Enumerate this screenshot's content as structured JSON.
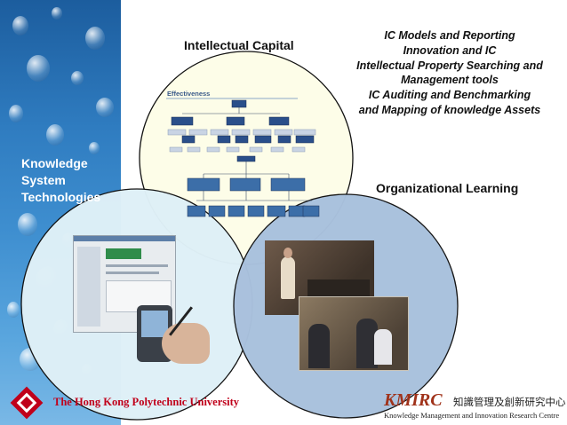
{
  "labels": {
    "intellectual_capital": "Intellectual Capital",
    "organizational_learning": "Organizational Learning",
    "knowledge_system_technologies": [
      "Knowledge",
      "System",
      "Technologies"
    ]
  },
  "ic_topics": [
    "IC Models and Reporting",
    "Innovation and IC",
    "Intellectual Property Searching and",
    "Management tools",
    "IC Auditing and Benchmarking",
    "and Mapping of knowledge Assets"
  ],
  "diagram": {
    "title": "Effectiveness"
  },
  "footer": {
    "university": "The Hong Kong Polytechnic University",
    "kmirc_logo": "KMIRC",
    "kmirc_chinese": "知識管理及創新研究中心",
    "kmirc_full_name": "Knowledge Management and Innovation Research Centre"
  },
  "colors": {
    "circle_top": "#fdfde8",
    "circle_left": "#dff0f7",
    "circle_right": "#a9c1dd",
    "university_red": "#c0001a",
    "strip_blue": "#2f7cc0"
  }
}
